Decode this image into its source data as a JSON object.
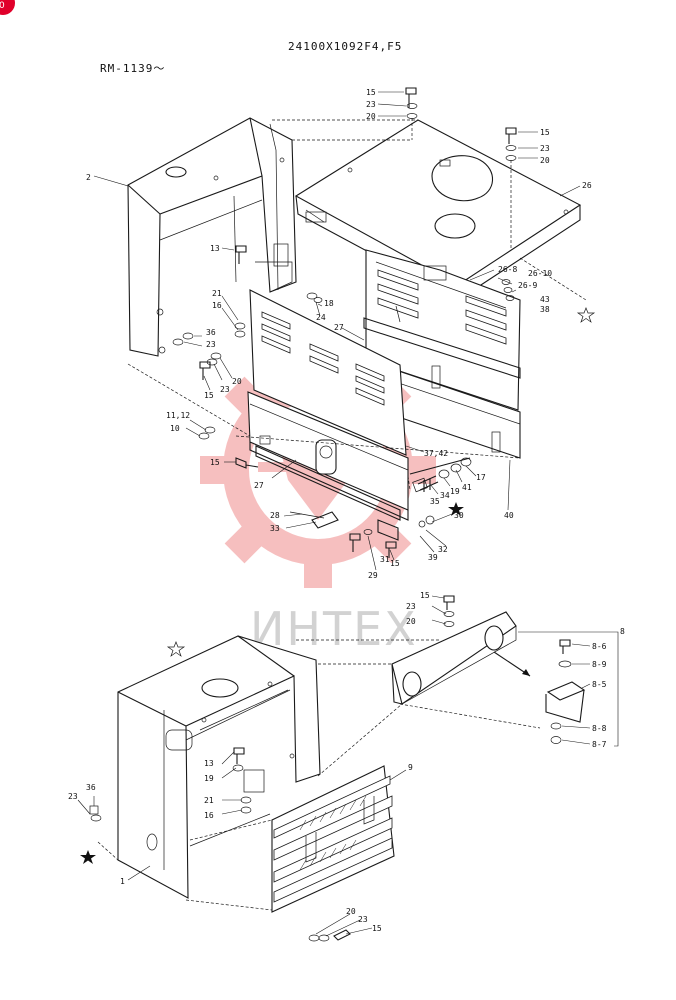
{
  "header": {
    "part_code": "24100X1092F4,F5",
    "serial_range": "RM-1139～"
  },
  "watermark": {
    "text": "ИНТЕХ",
    "color": "#f08c8c",
    "logo": "gear-logo"
  },
  "corner_badge": {
    "text": "0",
    "color": "#e0002a"
  },
  "callouts_upper": [
    "15",
    "23",
    "20",
    "15",
    "23",
    "20",
    "2",
    "26",
    "13",
    "26-8",
    "26-10",
    "26-9",
    "21",
    "16",
    "18",
    "43",
    "38",
    "24",
    "27",
    "36",
    "23",
    "23",
    "20",
    "15",
    "11,12",
    "10",
    "15",
    "27",
    "37,42",
    "41",
    "17",
    "19",
    "34",
    "35",
    "40",
    "28",
    "33",
    "30",
    "32",
    "39",
    "15",
    "31",
    "29"
  ],
  "callouts_lower": [
    "15",
    "23",
    "20",
    "8",
    "8-6",
    "8-9",
    "8-5",
    "8-8",
    "8-7",
    "9",
    "13",
    "19",
    "21",
    "16",
    "36",
    "23",
    "1",
    "20",
    "23",
    "15"
  ]
}
